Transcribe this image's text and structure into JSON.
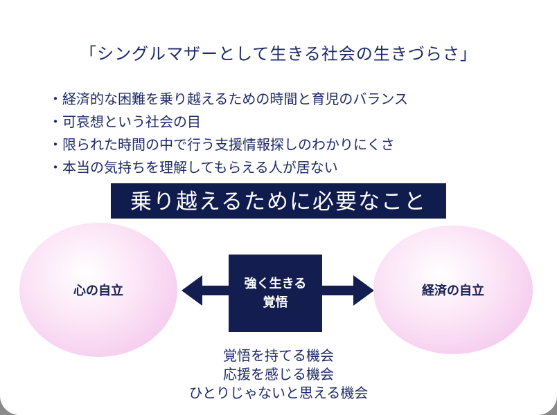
{
  "slide": {
    "title": "「シングルマザーとして生きる社会の生きづらさ」",
    "bullets": [
      "・経済的な困難を乗り越えるための時間と育児のバランス",
      "・可哀想という社会の目",
      "・限られた時間の中で行う支援情報探しのわかりにくさ",
      "・本当の気持ちを理解してもらえる人が居ない"
    ],
    "banner_label": "乗り越えるために必要なこと",
    "diagram": {
      "left_circle_label": "心の自立",
      "center_box": {
        "line1": "強く生きる",
        "line2": "覚悟"
      },
      "right_circle_label": "経済の自立"
    },
    "outcome_lines": [
      "覚悟を持てる機会",
      "応援を感じる機会",
      "ひとりじゃないと思える機会"
    ],
    "colors": {
      "navy_text": "#1d2a66",
      "navy_shape": "#131d4f",
      "banner_navy": "#101c4e",
      "pink_edge": "#f1bde9",
      "pink_center": "#ffffff",
      "slide_background": "#ffffff"
    }
  }
}
